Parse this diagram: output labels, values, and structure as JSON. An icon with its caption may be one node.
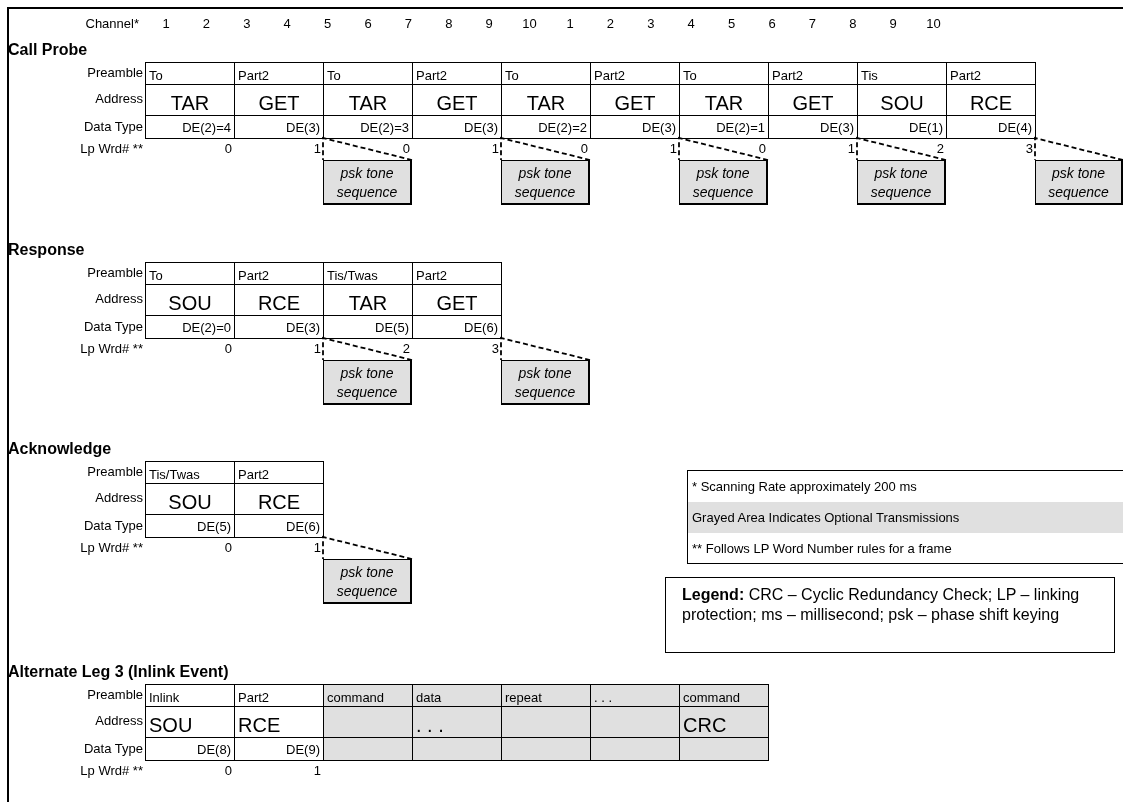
{
  "diagram": {
    "nodes": [
      {
        "text": [
          "Call Probe",
          "Preamble",
          "Address",
          "Data Type",
          "Lp Wrd# **",
          "To",
          "Part2",
          "To",
          "Part2",
          "To",
          "Part2",
          "To",
          "Part2",
          "Tis",
          "Part2",
          "TAR",
          "GET",
          "TAR",
          "GET",
          "TAR",
          "GET",
          "TAR",
          "GET",
          "SOU",
          "RCE",
          "DE(2)=4",
          "DE(3)",
          "DE(2)=3",
          "DE(3)",
          "DE(2)=2",
          "DE(3)",
          "DE(2)=1",
          "DE(3)",
          "DE(1)",
          "DE(4)",
          "0",
          "1",
          "0",
          "1",
          "0",
          "1",
          "0",
          "1",
          "2",
          "3"
        ]
      },
      {
        "text": [
          "psk tone sequence"
        ]
      },
      {
        "text": [
          "psk tone sequence"
        ]
      },
      {
        "text": [
          "psk tone sequence"
        ]
      },
      {
        "text": [
          "psk tone sequence"
        ]
      },
      {
        "text": [
          "psk tone sequence"
        ]
      },
      {
        "text": [
          "Response",
          "Preamble",
          "Address",
          "Data Type",
          "Lp Wrd# **",
          "To",
          "Part2",
          "Tis/Twas",
          "Part2",
          "SOU",
          "RCE",
          "TAR",
          "GET",
          "DE(2)=0",
          "DE(3)",
          "DE(5)",
          "DE(6)",
          "0",
          "1",
          "2",
          "3"
        ]
      },
      {
        "text": [
          "psk tone sequence"
        ]
      },
      {
        "text": [
          "psk tone sequence"
        ]
      },
      {
        "text": [
          "Acknowledge",
          "Preamble",
          "Address",
          "Data Type",
          "Lp Wrd# **",
          "Tis/Twas",
          "Part2",
          "SOU",
          "RCE",
          "DE(5)",
          "DE(6)",
          "0",
          "1"
        ]
      },
      {
        "text": [
          "psk tone sequence"
        ]
      },
      {
        "text": [
          "* Scanning Rate approximately 200 ms",
          "Grayed Area Indicates Optional Transmissions",
          "** Follows LP Word Number rules for a frame"
        ]
      },
      {
        "text": [
          "**Legend:** CRC – Cyclic Redundancy Check; LP – linking protection; ms – millisecond; psk – phase shift keying"
        ]
      },
      {
        "text": [
          "Alternate Leg 3 (Inlink Event)",
          "Preamble",
          "Address",
          "Data Type",
          "Lp Wrd# **",
          "Inlink",
          "Part2",
          "command",
          "data",
          "repeat",
          ". . .",
          "command",
          "SOU",
          "RCE",
          ". . .",
          "CRC",
          "DE(8)",
          "DE(9)",
          "0",
          "1"
        ]
      }
    ],
    "edges": [
      {
        "from": 0,
        "to": 1,
        "arrow": "none",
        "style": "dashed"
      },
      {
        "from": 0,
        "to": 2,
        "arrow": "none",
        "style": "dashed"
      },
      {
        "from": 0,
        "to": 3,
        "arrow": "none",
        "style": "dashed"
      },
      {
        "from": 0,
        "to": 4,
        "arrow": "none",
        "style": "dashed"
      },
      {
        "from": 0,
        "to": 5,
        "arrow": "none",
        "style": "dashed"
      },
      {
        "from": 6,
        "to": 7,
        "arrow": "none",
        "style": "dashed"
      },
      {
        "from": 6,
        "to": 8,
        "arrow": "none",
        "style": "dashed"
      },
      {
        "from": 9,
        "to": 10,
        "arrow": "none",
        "style": "dashed"
      }
    ],
    "labels": [
      "Channel*",
      "1",
      "2",
      "3",
      "4",
      "5",
      "6",
      "7",
      "8",
      "9",
      "10",
      "1",
      "2",
      "3",
      "4",
      "5",
      "6",
      "7",
      "8",
      "9",
      "10"
    ]
  }
}
